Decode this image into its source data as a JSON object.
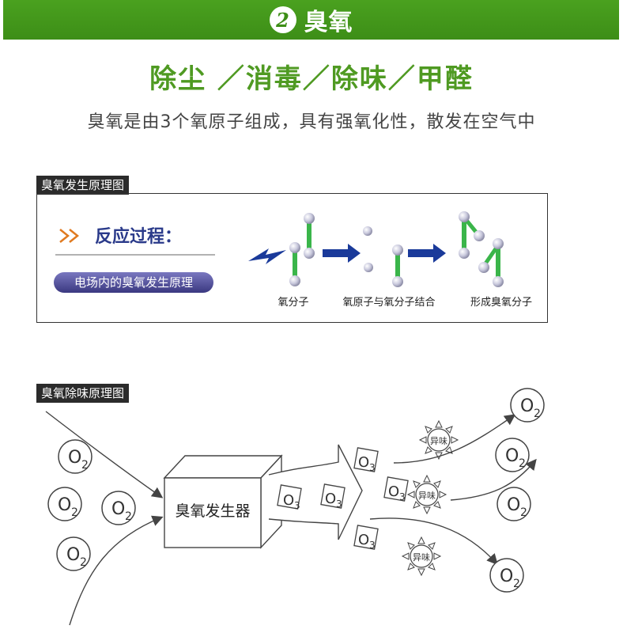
{
  "banner": {
    "number": "2",
    "title": "臭氧"
  },
  "headline": "除尘 ／消毒／除味／甲醛",
  "subline": "臭氧是由3个氧原子组成，具有强氧化性，散发在空气中",
  "section1": {
    "label": "臭氧发生原理图",
    "process_title": "反应过程：",
    "process_pill": "电场内的臭氧发生原理",
    "steps": [
      "氧分子",
      "氧原子与氧分子结合",
      "形成臭氧分子"
    ]
  },
  "section2": {
    "label": "臭氧除味原理图",
    "generator": "臭氧发生器",
    "o2": "O",
    "o2_sub": "2",
    "o3": "O",
    "o3_sub": "3",
    "odor": "异味"
  },
  "colors": {
    "green": "#4f9a22",
    "banner": "#3d8e17",
    "arrow_blue": "#1a3a9a",
    "pill": "#4c4a96"
  }
}
